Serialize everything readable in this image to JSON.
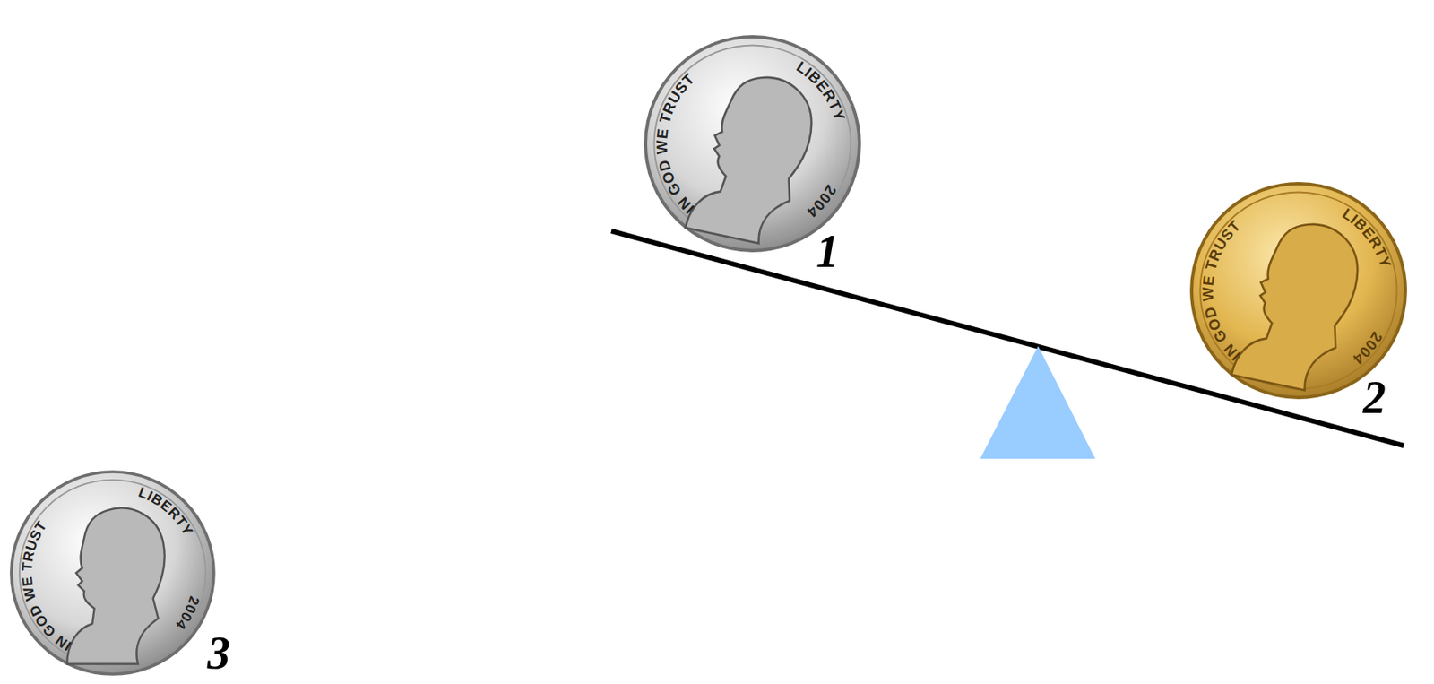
{
  "diagram": {
    "labels": [
      "IN GOD WE TRUST",
      "LIBERTY",
      "2004",
      "1",
      "IN GOD WE TRUST",
      "LIBERTY",
      "2004",
      "2",
      "IN GOD WE TRUST",
      "LIBERTY",
      "2004",
      "3"
    ]
  }
}
